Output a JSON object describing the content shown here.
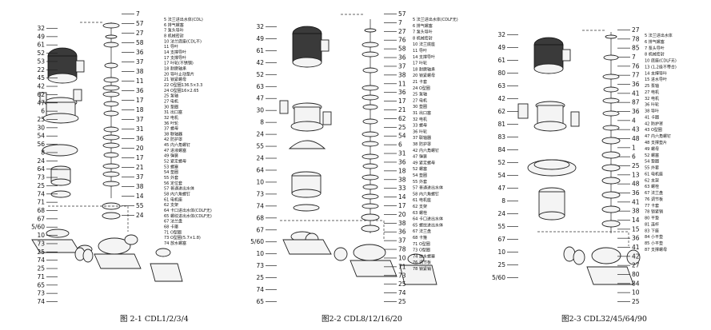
{
  "figures": [
    {
      "caption": "图 2-1  CDL1/2/3/4",
      "callouts_left": [
        "32",
        "49",
        "61",
        "52",
        "53",
        "22",
        "45",
        "42",
        "62",
        "47",
        "6",
        "25",
        "30",
        "54",
        "56",
        "8",
        "24",
        "64",
        "73",
        "25",
        "74",
        "71",
        "68",
        "67",
        "5/60",
        "10",
        "73",
        "25",
        "74",
        "25",
        "71",
        "65",
        "73",
        "74"
      ],
      "callouts_right": [
        "7",
        "57",
        "27",
        "58",
        "36",
        "37",
        "38",
        "11",
        "36",
        "17",
        "18",
        "37",
        "31",
        "36",
        "20",
        "17",
        "21",
        "37",
        "38",
        "14",
        "55",
        "24"
      ],
      "legend": [
        "5  法兰进出水体(CDL)",
        "6  排气螺塞",
        "7  泵头导叶",
        "8  机械密封",
        "10  法兰底座(CDL不)",
        "11  导叶",
        "14  支撑导叶",
        "17  支撑导叶",
        "17  叶轮(不锈钢)",
        "18  耐磨轴承",
        "20  导叶止动垫片",
        "21  锁紧螺母",
        "22  O型圈136.5×3.3",
        "24  O型圈16×2.65",
        "25  泵轴",
        "27  电机",
        "30  垫圈",
        "31  出口塞",
        "32  电机",
        "36  叶轮",
        "37  螺母",
        "38  联轴器",
        "42  防护罩",
        "45  内六角螺钉",
        "47  进液螺塞",
        "49  弹簧",
        "52  紧定螺母",
        "53  螺塞",
        "54  垫圈",
        "55  外套",
        "56  定位套",
        "57  普通进出水体",
        "58  内六角螺钉",
        "61  电机座",
        "62  支架",
        "64  卡口进出水体(CDLF无)",
        "65  螺纹进出水体(CDLF无)",
        "67  法兰盘",
        "68  卡箍",
        "71  O型圈",
        "73  O型圈(5.7×1.8)",
        "74  放水螺塞"
      ]
    },
    {
      "caption": "图2-2  CDL8/12/16/20",
      "callouts_left": [
        "32",
        "49",
        "61",
        "42",
        "52",
        "63",
        "47",
        "30",
        "8",
        "24",
        "55",
        "24",
        "64",
        "10",
        "73",
        "74",
        "68",
        "67",
        "5/60",
        "10",
        "73",
        "25",
        "74",
        "65"
      ],
      "callouts_right": [
        "57",
        "7",
        "27",
        "76",
        "58",
        "36",
        "37",
        "38",
        "11",
        "36",
        "17",
        "21",
        "62",
        "25",
        "54",
        "6",
        "31",
        "36",
        "18",
        "38",
        "33",
        "14",
        "17",
        "20",
        "38",
        "36",
        "37",
        "78",
        "10",
        "71",
        "73",
        "25",
        "74",
        "25"
      ],
      "legend": [
        "5  法兰进出水体(CDLF无)",
        "6  排气螺塞",
        "7  泵头导叶",
        "8  机械密封",
        "10  法兰底座",
        "11  导叶",
        "14  支撑导叶",
        "17  叶轮",
        "18  耐磨轴承",
        "20  锁紧螺母",
        "21  卡套",
        "24  O型圈",
        "25  泵轴",
        "27  电机",
        "30  垫圈",
        "31  出口塞",
        "32  电机",
        "33  螺母",
        "36  叶轮",
        "37  联轴器",
        "38  防护罩",
        "42  内六角螺钉",
        "47  弹簧",
        "49  紧定螺母",
        "52  螺塞",
        "54  垫圈",
        "55  外套",
        "57  普通进出水体",
        "58  内六角螺钉",
        "61  电机座",
        "62  支架",
        "63  螺栓",
        "64  卡口进出水体",
        "65  螺纹进出水体",
        "67  法兰盘",
        "68  卡箍",
        "71  O型圈",
        "73  O型圈",
        "74  放水螺塞",
        "76  调节板",
        "78  锁紧销"
      ]
    },
    {
      "caption": "图2-3  CDL32/45/64/90",
      "callouts_left": [
        "32",
        "49",
        "61",
        "80",
        "63",
        "42",
        "62",
        "81",
        "83",
        "84",
        "52",
        "54",
        "47",
        "8",
        "24",
        "55",
        "67",
        "10",
        "25",
        "5/60"
      ],
      "callouts_right": [
        "27",
        "78",
        "85",
        "7",
        "76",
        "77",
        "36",
        "41",
        "87",
        "36",
        "4",
        "43",
        "48",
        "1",
        "6",
        "25",
        "13",
        "48",
        "36",
        "41",
        "38",
        "14",
        "15",
        "36",
        "41",
        "42",
        "27",
        "80",
        "84",
        "10",
        "25"
      ],
      "legend": [
        "5  法兰进出水体",
        "6  排气螺塞",
        "7  泵头导叶",
        "8  机械密封",
        "10  底座(CDLF无)",
        "13  (1,2级不带合)",
        "14  支撑导叶",
        "15  进水导叶",
        "25  泵轴",
        "27  电机",
        "32  电机",
        "36  叶轮",
        "38  导叶",
        "41  卡圈",
        "42  防护罩",
        "43  O型圈",
        "47  内六角螺钉",
        "48  支撑垫片",
        "49  螺母",
        "52  螺塞",
        "54  垫圈",
        "55  外套",
        "61  电机座",
        "62  支架",
        "63  螺栓",
        "67  法兰盘",
        "76  调节板",
        "77  卡套",
        "78  锁紧销",
        "80  平垫",
        "81  连杆",
        "83  下座",
        "84  小平垫",
        "85  小平垫",
        "87  支撑螺母"
      ]
    }
  ]
}
